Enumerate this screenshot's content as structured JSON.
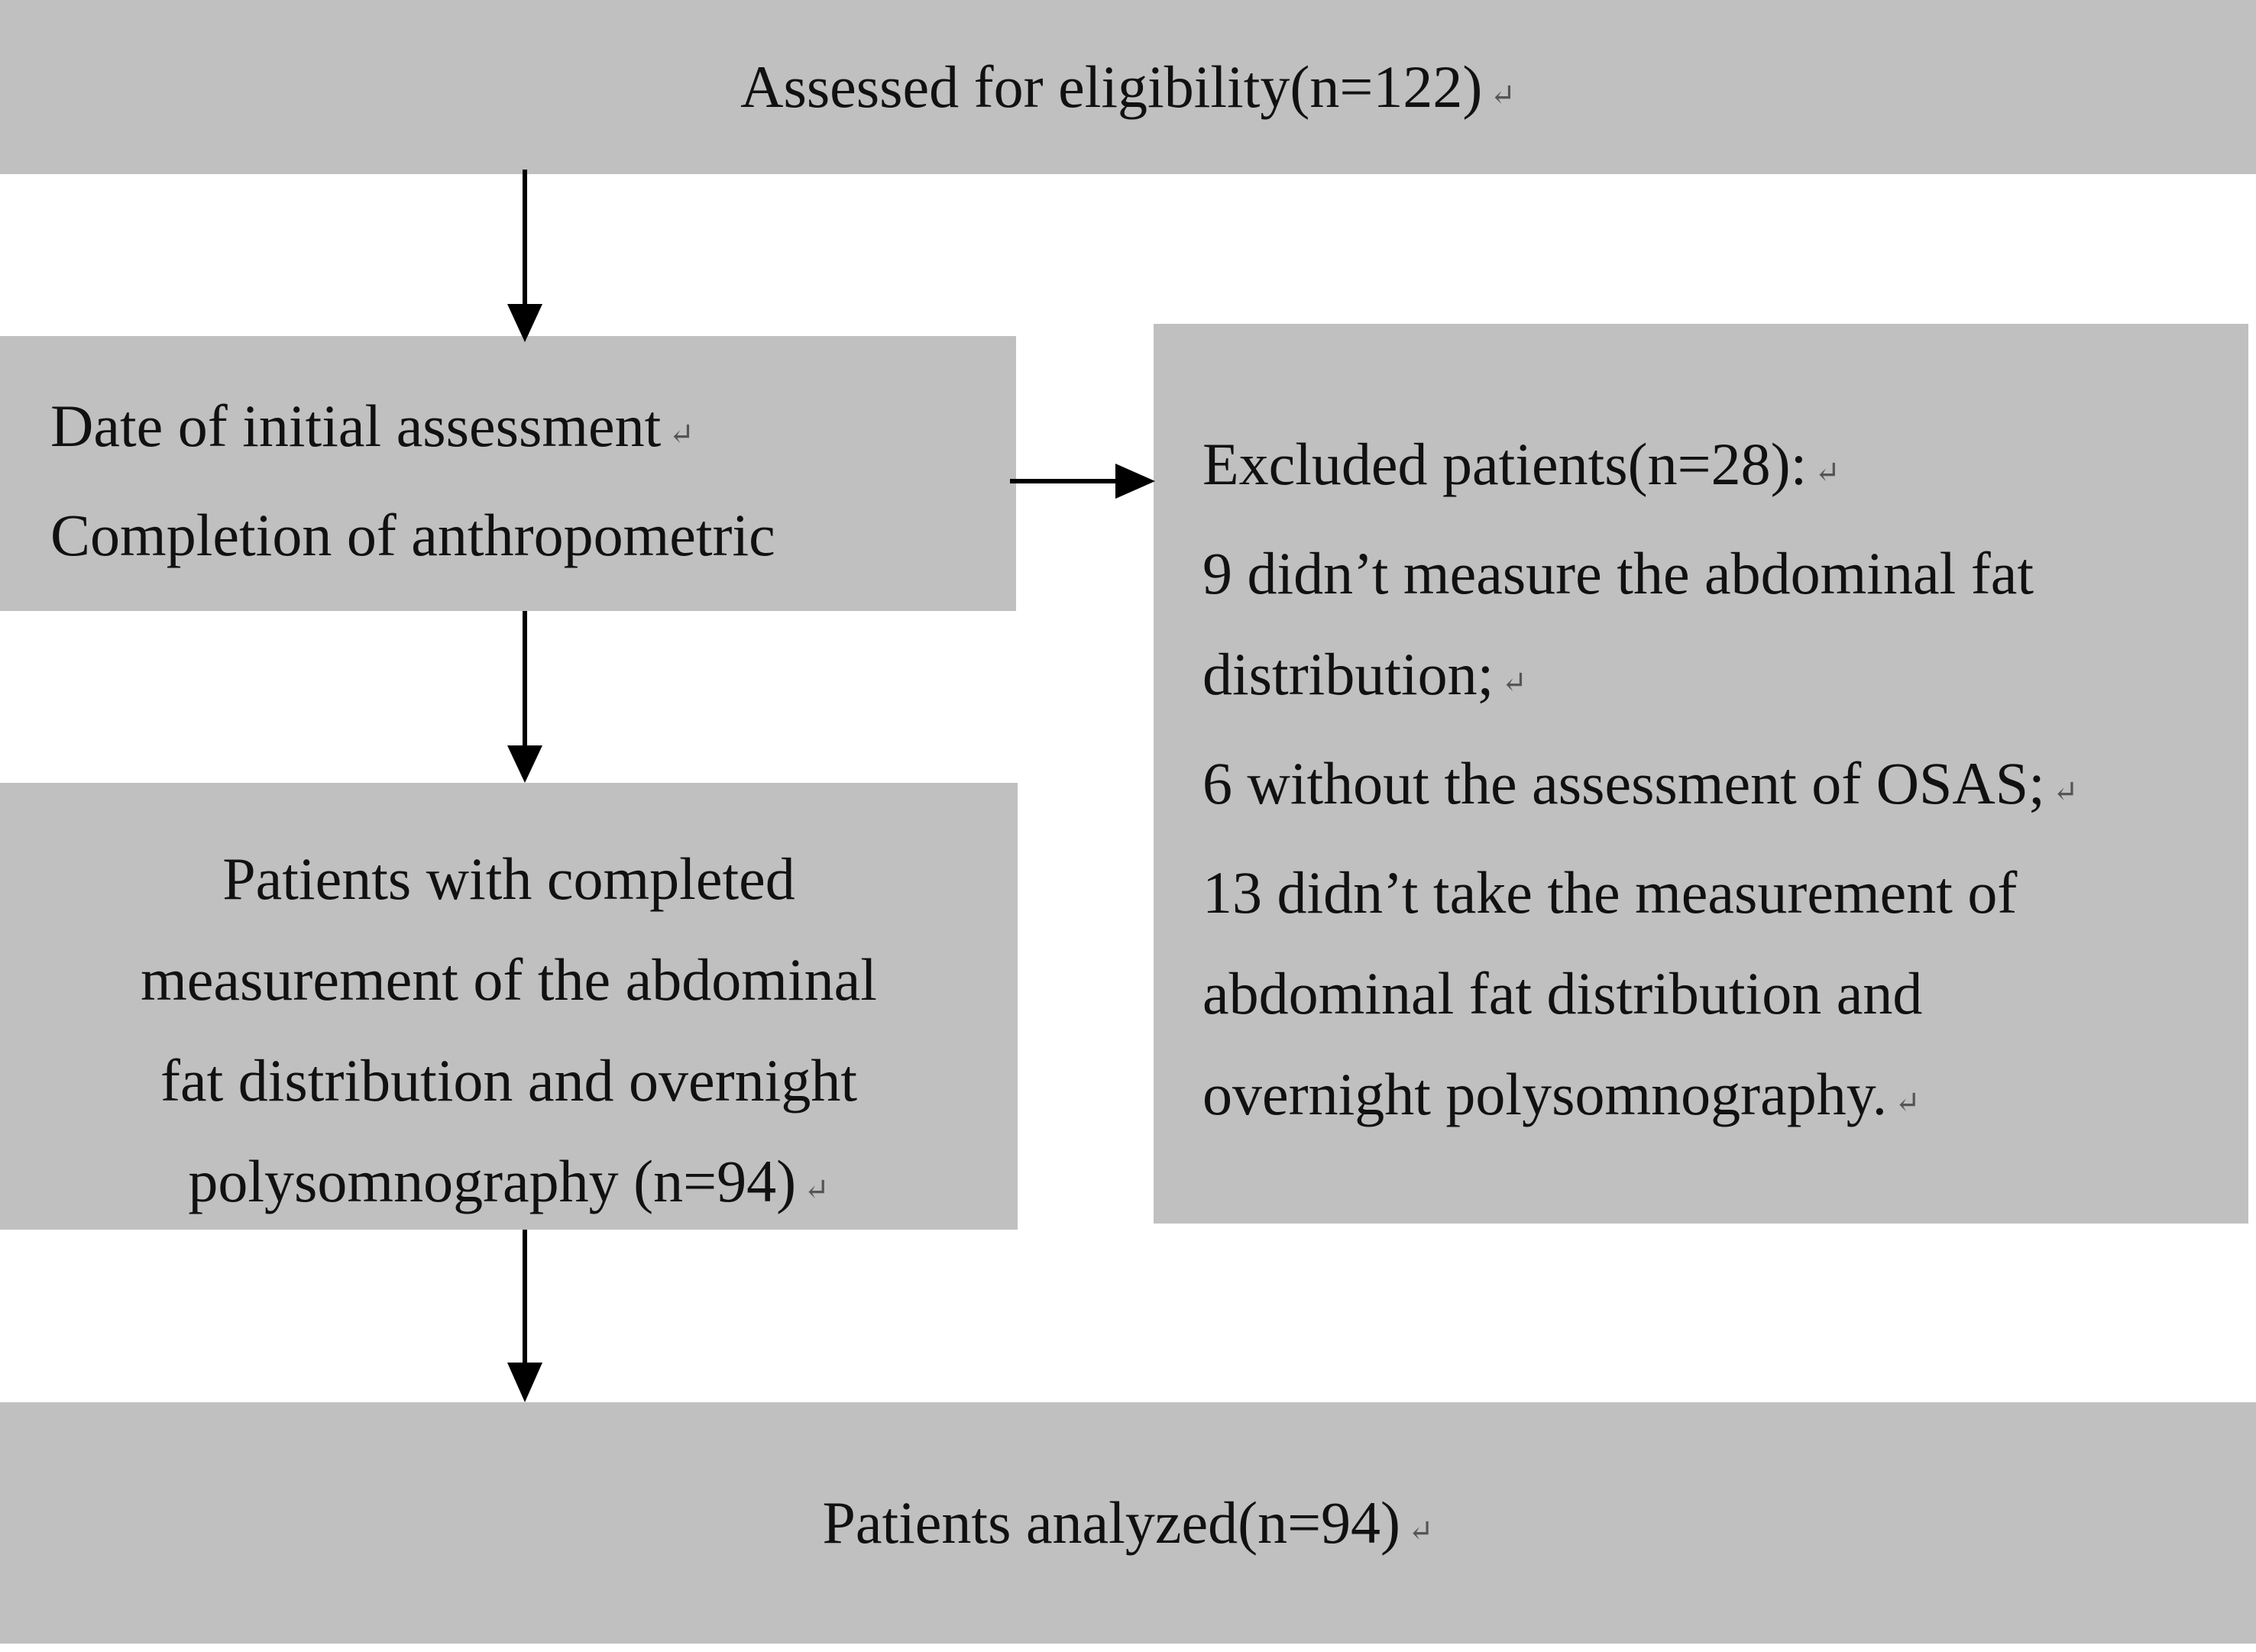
{
  "boxes": {
    "top": {
      "lines": [
        "Assessed for eligibility(n=122)"
      ]
    },
    "initial": {
      "lines": [
        "Date of initial assessment",
        "Completion of anthropometric"
      ]
    },
    "excluded": {
      "lines": [
        "Excluded patients(n=28):",
        "9 didn’t measure the abdominal fat",
        "distribution;",
        "6 without the assessment of OSAS;",
        "13 didn’t take the measurement of",
        "abdominal fat distribution and",
        "overnight polysomnography."
      ]
    },
    "completed": {
      "lines": [
        "Patients with completed",
        "measurement of the abdominal",
        "fat distribution and overnight",
        "polysomnography (n=94)"
      ]
    },
    "bottom": {
      "lines": [
        "Patients analyzed(n=94)"
      ]
    }
  },
  "return_mark": "↵",
  "colors": {
    "box_fill": "#c0c0c0",
    "arrow": "#000000",
    "text": "#111111"
  }
}
